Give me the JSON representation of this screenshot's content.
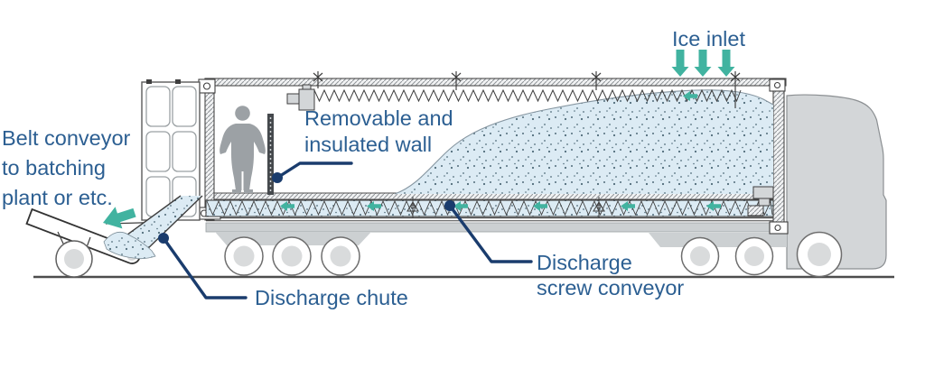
{
  "diagram": {
    "labels": {
      "ice_inlet": "Ice inlet",
      "belt_conveyor_line1": "Belt conveyor",
      "belt_conveyor_line2": "to batching",
      "belt_conveyor_line3": "plant or etc.",
      "removable_wall_line1": "Removable and",
      "removable_wall_line2": "insulated wall",
      "discharge_chute": "Discharge chute",
      "discharge_screw_line1": "Discharge",
      "discharge_screw_line2": "screw conveyor"
    },
    "colors": {
      "label_text": "#2c5f92",
      "leader_line": "#1a3c6d",
      "flow_arrow": "#41b3a0",
      "ice_fill": "#dcebf4",
      "ice_speckle": "#506b79",
      "machine_gray": "#d3d6d8",
      "silhouette_gray": "#9ca1a5",
      "outline": "#3f3f3f"
    }
  }
}
